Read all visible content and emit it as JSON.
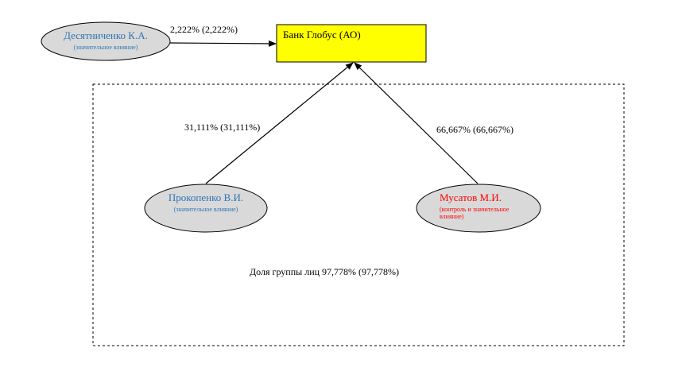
{
  "bank": {
    "name": "Банк Глобус (АО)",
    "fill": "#ffff00"
  },
  "edges": {
    "desyatnichenko": "2,222% (2,222%)",
    "prokopenko": "31,111% (31,111%)",
    "musatov": "66,667% (66,667%)"
  },
  "nodes": {
    "desyatnichenko": {
      "name": "Десятниченко К.А.",
      "note": "(значительное влияние)",
      "color": "#2e75b6"
    },
    "prokopenko": {
      "name": "Прокопенко В.И.",
      "note": "(значительное влияние)",
      "color": "#2e75b6"
    },
    "musatov": {
      "name": "Мусатов М.И.",
      "note_line1": "(контроль и значительное",
      "note_line2": "влияние)",
      "color": "#ff0000"
    }
  },
  "group": {
    "share": "Доля группы лиц 97,778% (97,778%)"
  },
  "ellipse_fill": "#d9d9d9"
}
